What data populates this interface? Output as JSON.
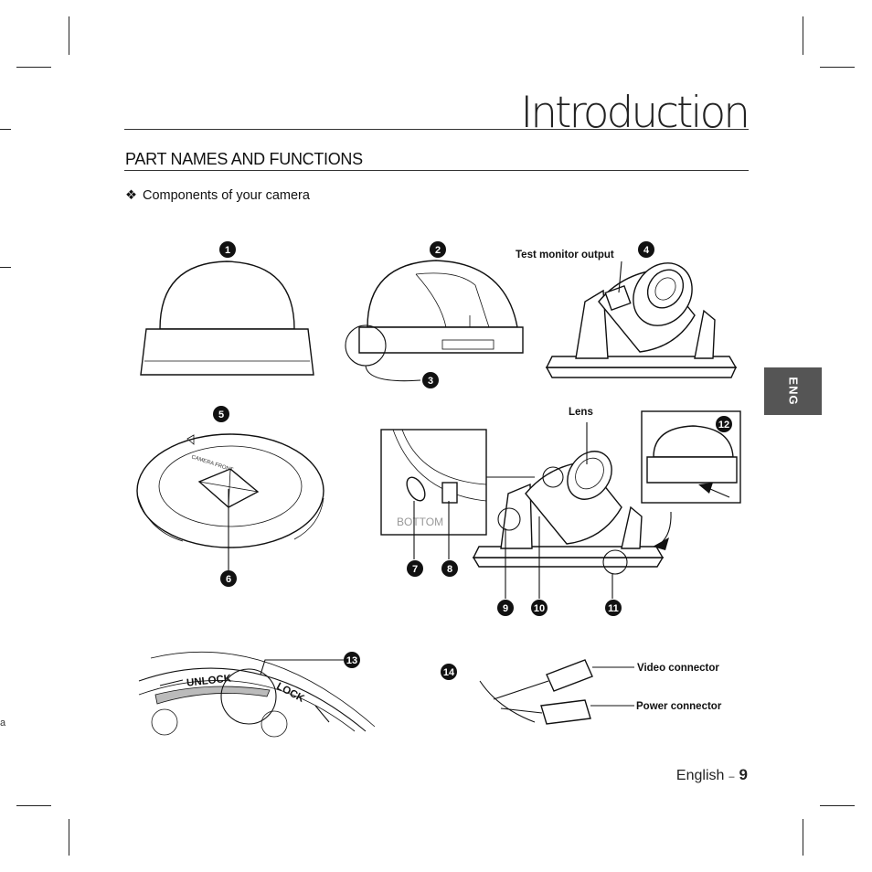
{
  "page_title": "Introduction",
  "section_title": "PART NAMES AND FUNCTIONS",
  "subsection": {
    "bullet": "❖",
    "title": "Components of your camera"
  },
  "language_tab": "ENG",
  "footer": {
    "language": "English",
    "separator": "–",
    "page_number": "9"
  },
  "stray_mark": "a",
  "callouts": {
    "c1": "1",
    "c2": "2",
    "c3": "3",
    "c4": "4",
    "c5": "5",
    "c6": "6",
    "c7": "7",
    "c8": "8",
    "c9": "9",
    "c10": "10",
    "c11": "11",
    "c12": "12",
    "c13": "13",
    "c14": "14"
  },
  "labels": {
    "test_monitor_output": "Test monitor output",
    "lens": "Lens",
    "video_connector": "Video connector",
    "power_connector": "Power connector",
    "unlock": "UNLOCK",
    "lock": "LOCK",
    "bottom": "BOTTOM"
  },
  "colors": {
    "tab_background": "#555555",
    "callout_fill": "#111111",
    "text": "#1a1a1a"
  }
}
